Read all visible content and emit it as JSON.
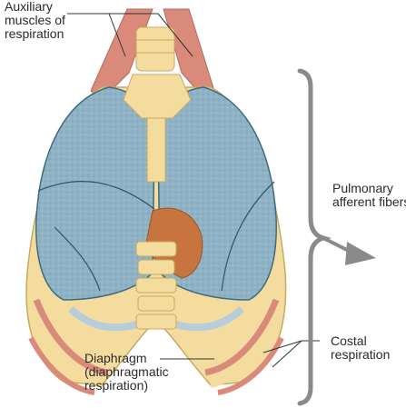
{
  "labels": {
    "auxiliary": [
      "Auxiliary",
      "muscles of",
      "respiration"
    ],
    "pulmonary": [
      "Pulmonary",
      "afferent fibers"
    ],
    "costal": [
      "Costal",
      "respiration"
    ],
    "diaphragm": [
      "Diaphragm",
      "(diaphragmatic",
      "respiration)"
    ]
  },
  "colors": {
    "lung_fill": "#8fb3c5",
    "lung_edge": "#3f6b80",
    "bone": "#f3dc9e",
    "bone_edge": "#c9a961",
    "muscle": "#d98a7a",
    "heart": "#c8743f",
    "bracket": "#8a8a8a",
    "arrow": "#8a8a8a",
    "leader": "#333333"
  }
}
